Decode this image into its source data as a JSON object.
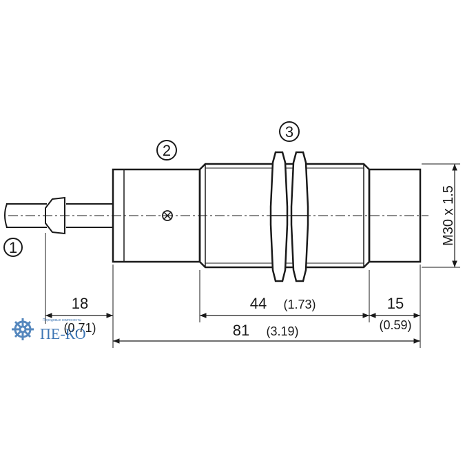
{
  "callouts": {
    "c1": "1",
    "c2": "2",
    "c3": "3"
  },
  "thread": {
    "label": "M30 x 1.5"
  },
  "dimensions": {
    "cable_mm": "18",
    "cable_in": "(0.71)",
    "thread_mm": "44",
    "thread_in": "(1.73)",
    "cap_mm": "15",
    "cap_in": "(0.59)",
    "total_mm": "81",
    "total_in": "(3.19)"
  },
  "watermark": {
    "brand": "ПЕ-КО",
    "tagline": "Передовые компоненты"
  },
  "colors": {
    "line": "#1a1a1a",
    "watermark": "#1d5fa8"
  }
}
